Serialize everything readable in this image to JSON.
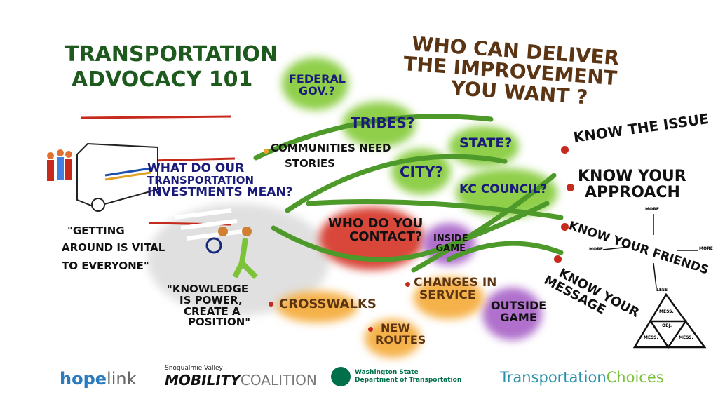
{
  "title": {
    "line1": "Transportation",
    "line2": "Advocacy 101"
  },
  "question": {
    "line1": "Who can deliver",
    "line2": "the improvement",
    "line3": "you want ?"
  },
  "clouds": [
    {
      "label": "Federal Gov.?"
    },
    {
      "label": "Tribes?"
    },
    {
      "label": "State?"
    },
    {
      "label": "City?"
    },
    {
      "label": "KC Council?"
    }
  ],
  "communities": {
    "line1": "Communities need",
    "line2": "stories"
  },
  "investments": {
    "line1": "What do our",
    "line2": "transportation",
    "line3": "investments mean?"
  },
  "contact": {
    "line1": "Who do you",
    "line2": "contact?"
  },
  "inside_game": {
    "line1": "Inside",
    "line2": "game"
  },
  "outside_game": {
    "line1": "Outside",
    "line2": "game"
  },
  "changes": {
    "line1": "Changes in",
    "line2": "service"
  },
  "crosswalks": "Crosswalks",
  "new_routes": {
    "line1": "New",
    "line2": "routes"
  },
  "quote1": {
    "line1": "\"Getting",
    "line2": "around is vital",
    "line3": "to everyone\""
  },
  "quote2": {
    "line1": "\"Knowledge",
    "line2": "is power,",
    "line3": "create a",
    "line4": "position\""
  },
  "know": {
    "issue": "Know the issue",
    "approach1": "Know your",
    "approach2": "approach",
    "friends": "Know your friends",
    "message1": "Know your",
    "message2": "message"
  },
  "friends_labels": {
    "top": "More",
    "left": "More",
    "right": "More",
    "bottom": "Less"
  },
  "triangle": {
    "top": "Mess.",
    "center": "Obj.",
    "left": "Mess.",
    "right": "Mess."
  },
  "logos": {
    "hopelink_a": "hope",
    "hopelink_b": "link",
    "svmc_small": "Snoqualmie Valley",
    "svmc_a": "MOBILITY",
    "svmc_b": "COALITION",
    "wsdot_1": "Washington State",
    "wsdot_2": "Department of Transportation",
    "tc_a": "Transportation",
    "tc_b": "Choices"
  },
  "colors": {
    "green": "#1e5a1e",
    "brown": "#5a3413",
    "navy": "#1a1a7a",
    "red": "#c62a1c",
    "leaf": "#7cc33a"
  }
}
